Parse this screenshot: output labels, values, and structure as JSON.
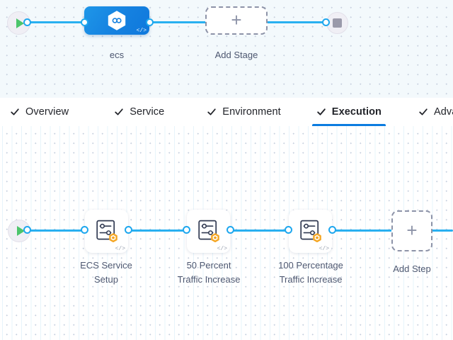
{
  "colors": {
    "connector": "#29b0f0",
    "connector_dot_border": "#1ea7ee",
    "stage_node": "#1581e0",
    "active_tab_underline": "#0b7ce0",
    "play_icon": "#4cc56b",
    "stop_icon": "#9a9aaa",
    "step_badge": "#f5a623",
    "label_text": "#4e5871",
    "stage_canvas_bg": "#f3f9fc",
    "exec_canvas_bg": "#ffffff"
  },
  "stage_canvas": {
    "start_node": {
      "icon": "play-icon"
    },
    "stage": {
      "label": "ecs",
      "icon": "harness-hexagon-icon",
      "code_badge": "</>"
    },
    "add_stage": {
      "label": "Add Stage",
      "icon": "plus-icon"
    },
    "end_node": {
      "icon": "stop-icon"
    }
  },
  "tabs": [
    {
      "label": "Overview",
      "icon": "check-icon",
      "active": false
    },
    {
      "label": "Service",
      "icon": "check-icon",
      "active": false
    },
    {
      "label": "Environment",
      "icon": "check-icon",
      "active": false
    },
    {
      "label": "Execution",
      "icon": "check-icon",
      "active": true
    },
    {
      "label": "Advanced",
      "icon": "check-icon",
      "active": false
    }
  ],
  "execution_canvas": {
    "start_node": {
      "icon": "play-icon"
    },
    "steps": [
      {
        "label": "ECS Service\nSetup",
        "icon": "step-settings-icon",
        "badge_icon": "orange-hexagon-icon",
        "code_badge": "</>"
      },
      {
        "label": "50 Percent\nTraffic Increase",
        "icon": "step-settings-icon",
        "badge_icon": "orange-hexagon-icon",
        "code_badge": "</>"
      },
      {
        "label": "100 Percentage\nTraffic Increase",
        "icon": "step-settings-icon",
        "badge_icon": "orange-hexagon-icon",
        "code_badge": "</>"
      }
    ],
    "add_step": {
      "label": "Add Step",
      "icon": "plus-icon"
    }
  }
}
